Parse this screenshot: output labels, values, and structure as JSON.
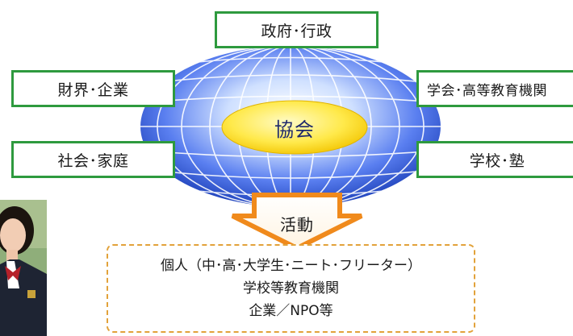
{
  "stakeholders": {
    "government": "政府･行政",
    "business": "財界･企業",
    "society": "社会･家庭",
    "academia": "学会･高等教育機関",
    "schools": "学校･塾"
  },
  "center": {
    "label": "協会"
  },
  "arrow": {
    "label": "活動"
  },
  "targets": {
    "lines": [
      "個人（中･高･大学生･ニート･フリーター）",
      "学校等教育機関",
      "企業／NPO等"
    ]
  },
  "colors": {
    "box_border": "#2e9a3e",
    "globe_blue": "#1c3fb8",
    "center_yellow": "#ffe94a",
    "arrow_orange": "#f08a1c",
    "target_border": "#e2a23a"
  }
}
